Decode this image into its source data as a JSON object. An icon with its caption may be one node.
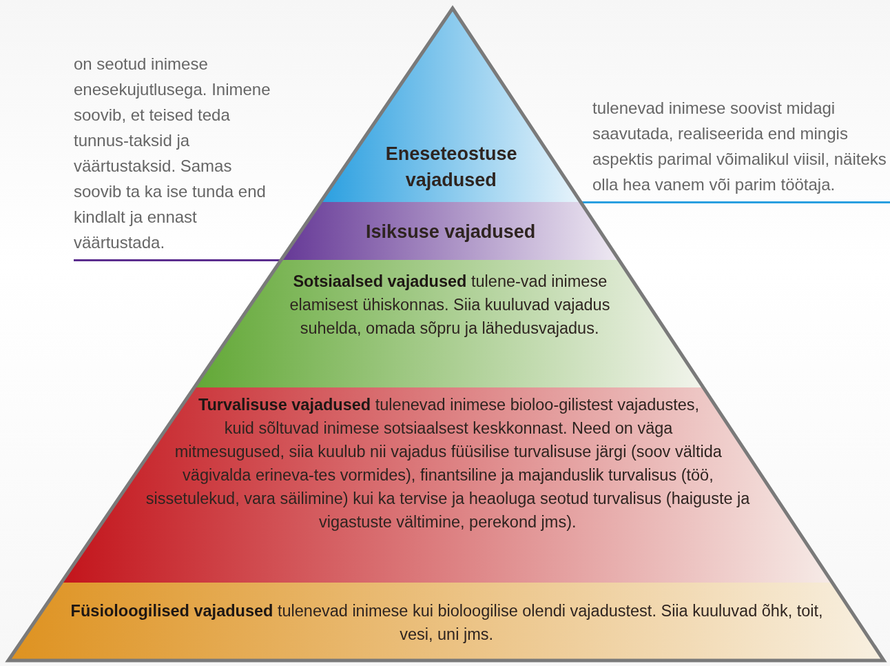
{
  "diagram": {
    "nodes": [
      {
        "text": [
          "Eneseteostuse vajadused"
        ],
        "beside": [
          "tulenevad inimese soovist midagi saavutada, realiseerida end mingis aspektis parimal võimalikul viisil, näiteks olla hea vanem või parim töötaja."
        ]
      },
      {
        "text": [
          "Isiksuse vajadused"
        ],
        "beside": [
          "on seotud inimese enesekujutlusega. Inimene soovib, et teised teda tunnus-taksid ja väärtustaksid. Samas soovib ta ka ise tunda end kindlalt ja ennast väärtustada."
        ]
      },
      {
        "text": [
          "**Sotsiaalsed vajadused** tulene-vad inimese elamisest ühiskonnas. Siia kuuluvad vajadus suhelda, omada sõpru ja lähedusvajadus."
        ]
      },
      {
        "text": [
          "**Turvalisuse vajadused** tulenevad inimese bioloo-gilistest vajadustes, kuid sõltuvad inimese sotsiaalsest keskkonnast. Need on väga mitmesugused, siia kuulub nii vajadus füüsilise turvalisuse järgi (soov vältida vägivalda erineva-tes vormides), finantsiline ja majanduslik turvalisus (töö, sissetulekud, vara säilimine) kui ka tervise ja heaoluga seotud turvalisus (haiguste ja vigastuste vältimine, perekond jms)."
        ]
      },
      {
        "text": [
          "**Füsioloogilised vajadused** tulenevad inimese kui bioloogilise olendi vajadustest. Siia kuuluvad õhk, toit, vesi, uni jms."
        ]
      }
    ],
    "edges": []
  }
}
